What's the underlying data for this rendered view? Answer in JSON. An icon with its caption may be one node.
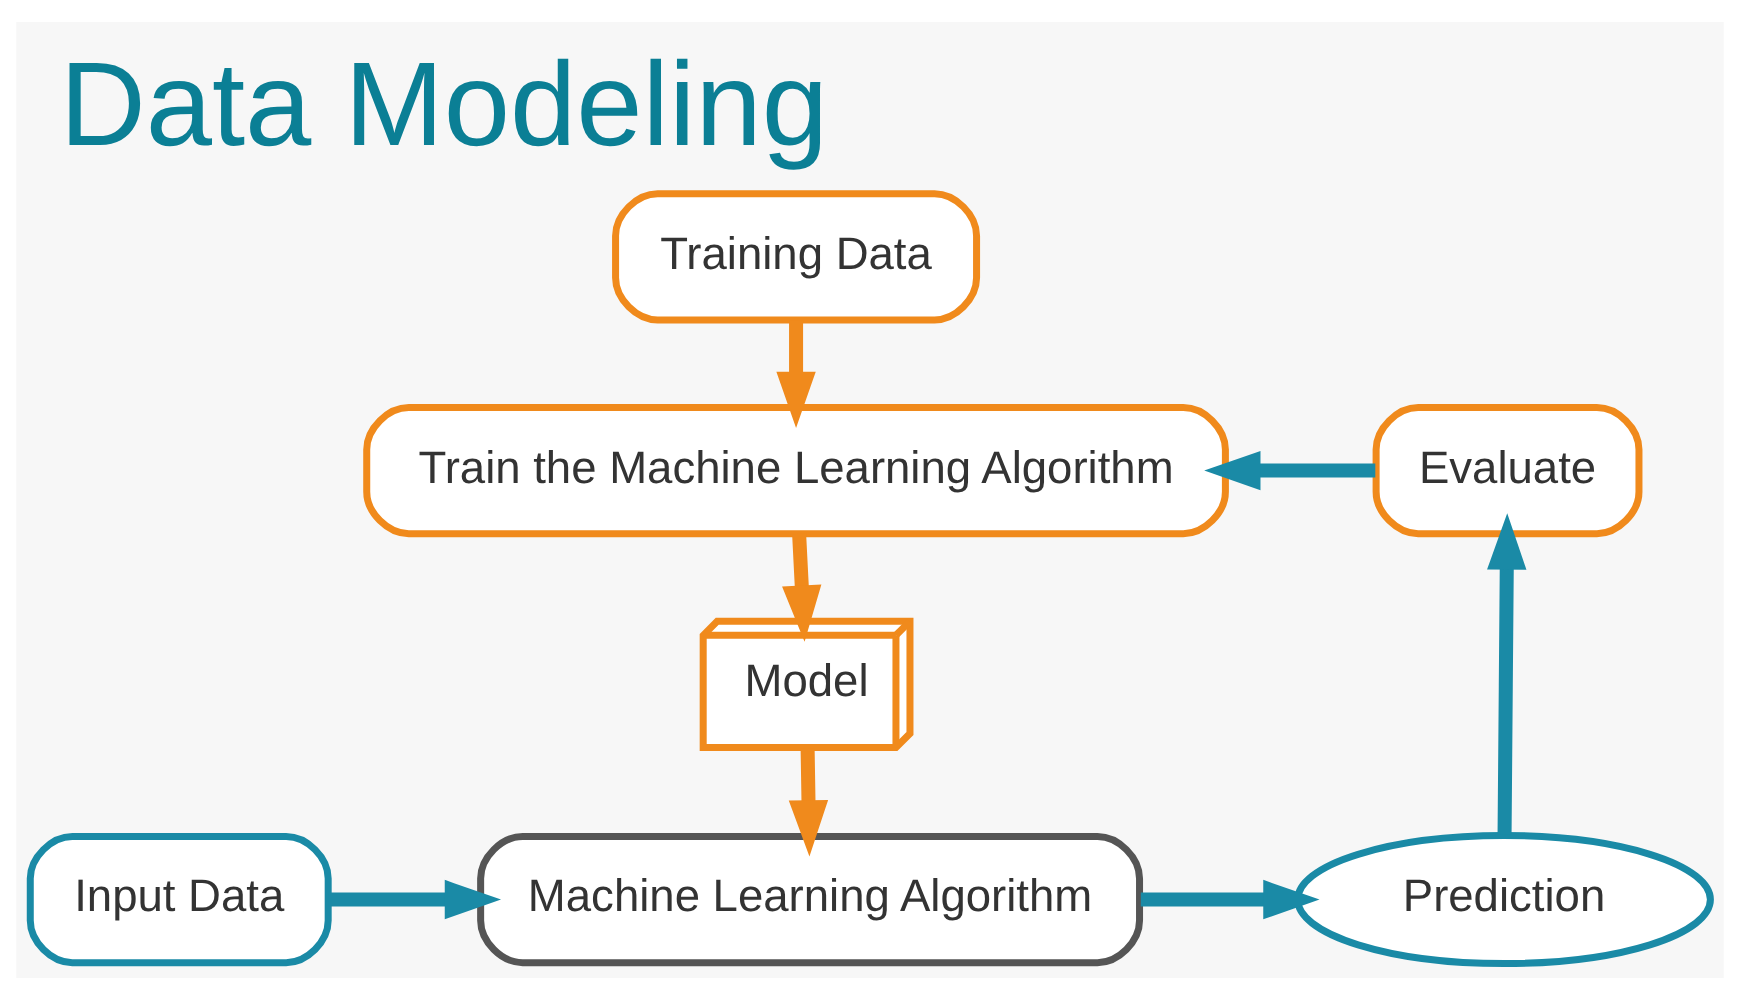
{
  "diagram": {
    "title": "Data Modeling",
    "nodes": [
      {
        "text": [
          "Training Data"
        ]
      },
      {
        "text": [
          "Train the Machine Learning Algorithm"
        ]
      },
      {
        "text": [
          "Model"
        ]
      },
      {
        "text": [
          "Input Data"
        ]
      },
      {
        "text": [
          "Machine Learning Algorithm"
        ]
      },
      {
        "text": [
          "Prediction"
        ]
      },
      {
        "text": [
          "Evaluate"
        ]
      }
    ],
    "edges": [
      {
        "from": 0,
        "to": 1,
        "arrow": "to",
        "color": "#f08a1c"
      },
      {
        "from": 1,
        "to": 2,
        "arrow": "to",
        "color": "#f08a1c"
      },
      {
        "from": 2,
        "to": 4,
        "arrow": "to",
        "color": "#f08a1c"
      },
      {
        "from": 3,
        "to": 4,
        "arrow": "to"
      },
      {
        "from": 4,
        "to": 5,
        "arrow": "to"
      },
      {
        "from": 5,
        "to": 6,
        "arrow": "to"
      },
      {
        "from": 6,
        "to": 1,
        "arrow": "to"
      }
    ]
  }
}
